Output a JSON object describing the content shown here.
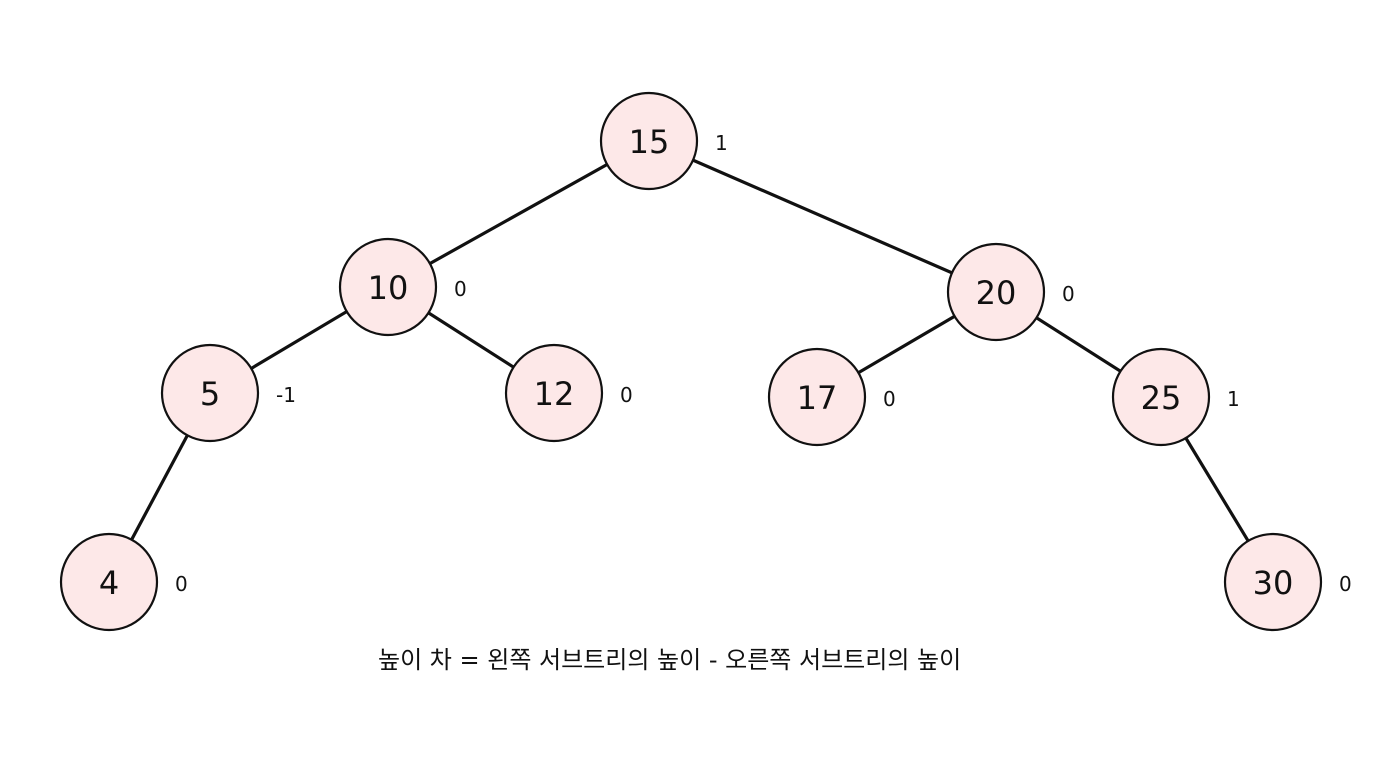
{
  "nodes": [
    {
      "id": "n15",
      "value": "15",
      "balance": "1"
    },
    {
      "id": "n10",
      "value": "10",
      "balance": "0"
    },
    {
      "id": "n20",
      "value": "20",
      "balance": "0"
    },
    {
      "id": "n5",
      "value": "5",
      "balance": "-1"
    },
    {
      "id": "n12",
      "value": "12",
      "balance": "0"
    },
    {
      "id": "n17",
      "value": "17",
      "balance": "0"
    },
    {
      "id": "n25",
      "value": "25",
      "balance": "1"
    },
    {
      "id": "n4",
      "value": "4",
      "balance": "0"
    },
    {
      "id": "n30",
      "value": "30",
      "balance": "0"
    }
  ],
  "edges": [
    {
      "from": "n15",
      "to": "n10"
    },
    {
      "from": "n15",
      "to": "n20"
    },
    {
      "from": "n10",
      "to": "n5"
    },
    {
      "from": "n10",
      "to": "n12"
    },
    {
      "from": "n20",
      "to": "n17"
    },
    {
      "from": "n20",
      "to": "n25"
    },
    {
      "from": "n5",
      "to": "n4"
    },
    {
      "from": "n25",
      "to": "n30"
    }
  ],
  "formula": "높이 차 = 왼쪽 서브트리의 높이 - 오른쪽 서브트리의 높이",
  "colors": {
    "node_fill": "#fde8e8",
    "stroke": "#111111"
  }
}
